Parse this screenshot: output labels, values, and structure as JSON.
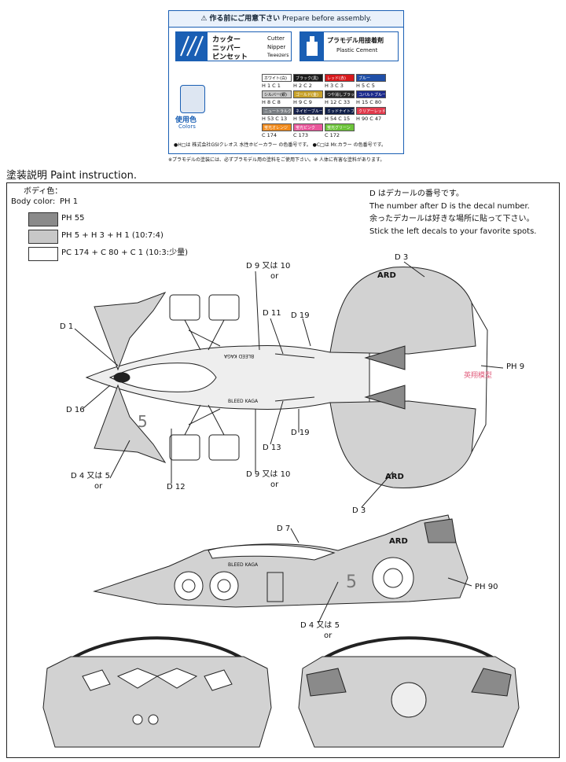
{
  "top_box": {
    "header_jp": "作る前にご用意下さい",
    "header_en": "Prepare before assembly.",
    "tools": {
      "cutter_jp": "カッター",
      "cutter_en": "Cutter",
      "nipper_jp": "ニッパー",
      "nipper_en": "Nipper",
      "tweezers_jp": "ピンセット",
      "tweezers_en": "Tweezers",
      "cement_jp": "プラモデル用接着剤",
      "cement_en": "Plastic Cement"
    },
    "colors_label_jp": "使用色",
    "colors_label_en": "Colors",
    "swatches": [
      {
        "name": "ホワイト(白)",
        "color": "#ffffff",
        "text": "#000",
        "code": "H 1 C 1"
      },
      {
        "name": "ブラック(黒)",
        "color": "#1a1a1a",
        "text": "#fff",
        "code": "H 2 C 2"
      },
      {
        "name": "レッド(赤)",
        "color": "#d7191c",
        "text": "#fff",
        "code": "H 3 C 3"
      },
      {
        "name": "ブルー",
        "color": "#1f4fa8",
        "text": "#fff",
        "code": "H 5 C 5"
      },
      {
        "name": "シルバー(銀)",
        "color": "#c8c8c8",
        "text": "#000",
        "code": "H 8 C 8"
      },
      {
        "name": "ゴールド(金)",
        "color": "#c8a22a",
        "text": "#fff",
        "code": "H 9 C 9"
      },
      {
        "name": "つや消しブラック",
        "color": "#2a2a2a",
        "text": "#fff",
        "code": "H 12 C 33"
      },
      {
        "name": "コバルトブルー",
        "color": "#1b2a8c",
        "text": "#fff",
        "code": "H 15 C 80"
      },
      {
        "name": "ニュートラルグレー",
        "color": "#7a7f84",
        "text": "#fff",
        "code": "H 53 C 13"
      },
      {
        "name": "ネイビーブルー",
        "color": "#15204a",
        "text": "#fff",
        "code": "H 55 C 14"
      },
      {
        "name": "ミッドナイトブルー",
        "color": "#101f48",
        "text": "#fff",
        "code": "H 54 C 15"
      },
      {
        "name": "クリアーレッド",
        "color": "#e23a4c",
        "text": "#fff",
        "code": "H 90 C 47"
      },
      {
        "name": "蛍光オレンジ",
        "color": "#f08a1c",
        "text": "#fff",
        "code": "C 174"
      },
      {
        "name": "蛍光ピンク",
        "color": "#e8579b",
        "text": "#fff",
        "code": "C 173"
      },
      {
        "name": "蛍光グリーン",
        "color": "#6cc33a",
        "text": "#fff",
        "code": "C 172"
      }
    ],
    "footnote1": "●H□は 株式会社GSIクレオス 水性ホビーカラー の色番号です。 ●C□は Mr.カラー の色番号です。",
    "footnote2": "※プラモデルの塗装には、必ずプラモデル用の塗料をご使用下さい。※ 人体に有害な塗料があります。"
  },
  "paint": {
    "title_jp": "塗装説明",
    "title_en": "Paint instruction.",
    "body_color_jp": "ボディ色：",
    "body_color_en": "Body color:",
    "body_color_code": "PH 1",
    "legend": [
      {
        "fill": "#8a8a8a",
        "text": "PH 55"
      },
      {
        "fill": "#c8c8c8",
        "text": "PH 5 + H 3 + H 1 (10:7:4)"
      },
      {
        "fill": "#ffffff",
        "text": "PC 174 + C 80 + C 1 (10:3:少量)"
      }
    ],
    "decal_note_jp1": "D はデカールの番号です。",
    "decal_note_en1": "The number after D is the decal number.",
    "decal_note_jp2": "余ったデカールは好きな場所に貼って下さい。",
    "decal_note_en2": "Stick the left decals to your favorite spots.",
    "callouts": {
      "d1": "D 1",
      "d3a": "D 3",
      "d3b": "D 3",
      "d4a": "D 4 又は 5",
      "d4a_or": "or",
      "d4b": "D 4 又は 5",
      "d4b_or": "or",
      "d7": "D 7",
      "d9a": "D 9 又は 10",
      "d9a_or": "or",
      "d9b": "D 9 又は 10",
      "d9b_or": "or",
      "d11": "D 11",
      "d12": "D 12",
      "d13": "D 13",
      "d16": "D 16",
      "d19a": "D 19",
      "d19b": "D 19",
      "ph9": "PH 9",
      "ph90": "PH 90"
    },
    "car_text": {
      "ard_top": "ARD",
      "ard_bottom": "ARD",
      "ard_side": "ARD",
      "bleed_kaga_top": "BLEED KAGA",
      "bleed_kaga_top2": "BLEED KAGA",
      "bleed_kaga_side": "BLEED KAGA",
      "num_top": "5",
      "num_side": "5"
    },
    "watermark": "英翔模型"
  }
}
